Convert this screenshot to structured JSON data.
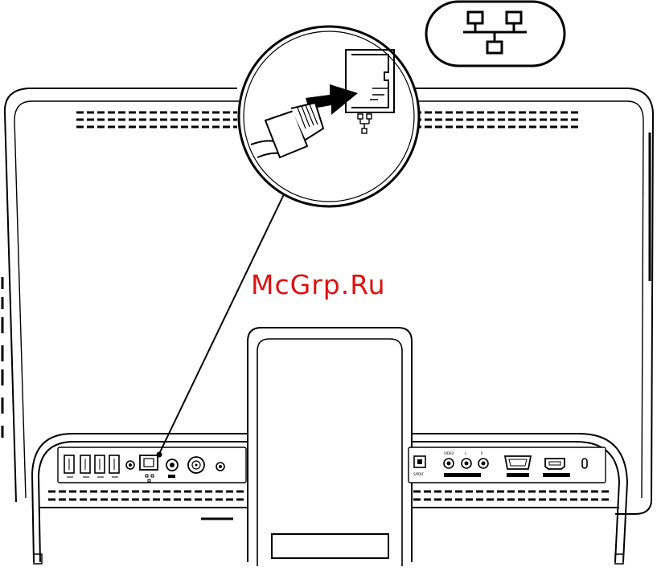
{
  "figure": {
    "title": "",
    "subject": "Connecting the network cable to the rear network port of an all-in-one computer"
  },
  "network_badge": {
    "icon": "network-icon"
  },
  "callout": {
    "items": [
      "network-cable-plug",
      "network-jack",
      "insert-arrow",
      "network-icon"
    ],
    "arrow_color": "#000000"
  },
  "rear_panel": {
    "left_ports": [
      "usb-port",
      "usb-port",
      "usb-port",
      "usb-port",
      "audio-out-jack",
      "network-port",
      "power-port",
      "tv-in-port",
      "microphone-jack"
    ],
    "right_ports": [
      "spdif-port",
      "video-in-port",
      "audio-l-port",
      "audio-r-port",
      "vga-port",
      "hdmi-port",
      "security-lock-slot"
    ],
    "labels": {
      "video": "VIDEO",
      "left": "L",
      "right": "R",
      "spdif": "S/PDIF"
    }
  },
  "watermark": {
    "text": "McGrp.Ru",
    "color": "#e01010"
  }
}
